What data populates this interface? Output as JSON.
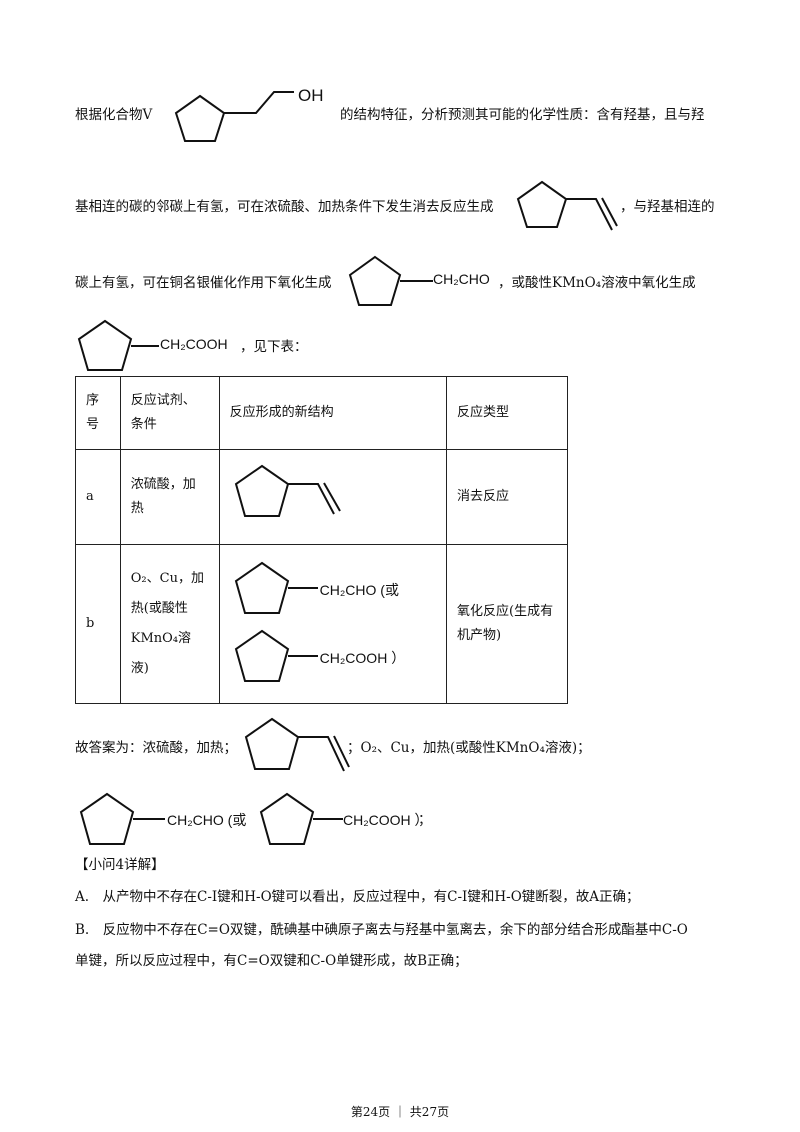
{
  "para1": {
    "t1": "根据化合物Ⅴ",
    "oh": "OH",
    "t2": "的结构特征，分析预测其可能的化学性质：含有羟基，且与羟"
  },
  "para2": {
    "t1": "基相连的碳的邻碳上有氢，可在浓硫酸、加热条件下发生消去反应生成",
    "t2": "，与羟基相连的"
  },
  "para3": {
    "t1": "碳上有氢，可在铜名银催化作用下氧化生成",
    "cho": "CH₂CHO",
    "t2": "，或酸性KMnO₄溶液中氧化生成"
  },
  "para4": {
    "cooh": "CH₂COOH",
    "t2": "，见下表："
  },
  "table": {
    "headers": [
      "序号",
      "反应试剂、条件",
      "反应形成的新结构",
      "反应类型"
    ],
    "rows": [
      {
        "id": "a",
        "reagent": "浓硫酸，加热",
        "type": "消去反应"
      },
      {
        "id": "b",
        "reagent": "O₂、Cu，加热(或酸性KMnO₄溶液)",
        "struct_1": "CH₂CHO (或",
        "struct_2": "CH₂COOH ）",
        "type": "氧化反应(生成有机产物)"
      }
    ]
  },
  "answer": {
    "t1": "故答案为：浓硫酸，加热；",
    "t2": "；O₂、Cu，加热(或酸性KMnO₄溶液)；",
    "cho": "CH₂CHO (或",
    "cooh": "CH₂COOH ）",
    "t3": "；"
  },
  "q4": {
    "heading": "【小问4详解】",
    "a": "A.　从产物中不存在C-I键和H-O键可以看出，反应过程中，有C-I键和H-O键断裂，故A正确；",
    "b1": "B.　反应物中不存在C=O双键，酰碘基中碘原子离去与羟基中氢离去，余下的部分结合形成酯基中C-O",
    "b2": "单键，所以反应过程中，有C=O双键和C-O单键形成，故B正确；"
  },
  "footer": "第24页 ｜ 共27页"
}
